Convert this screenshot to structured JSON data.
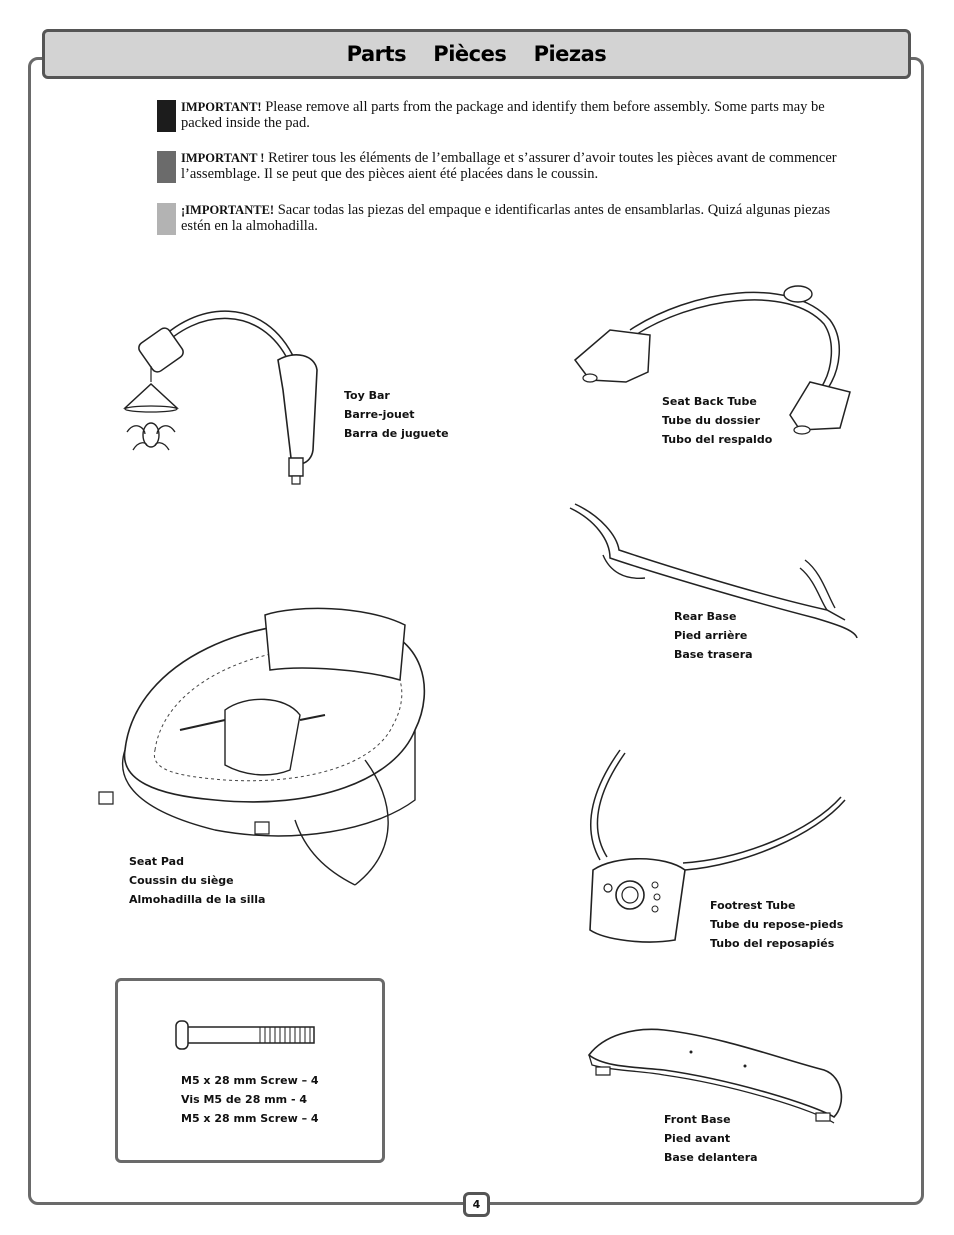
{
  "header": {
    "title": "Parts    Pièces    Piezas"
  },
  "notices": [
    {
      "shade": "#1c1c1c",
      "lead": "IMPORTANT!",
      "text": " Please remove all parts from the package and identify them before assembly. Some parts may be packed inside the pad."
    },
    {
      "shade": "#6b6b6b",
      "lead": "IMPORTANT !",
      "text": " Retirer tous les éléments de l’emballage et s’assurer d’avoir toutes les pièces avant de commencer l’assemblage. Il se peut que des pièces aient été placées dans le coussin."
    },
    {
      "shade": "#b3b3b3",
      "lead": "¡IMPORTANTE!",
      "text": " Sacar todas las piezas del empaque e identificarlas antes de ensamblarlas. Quizá algunas piezas estén en la almohadilla."
    }
  ],
  "parts": {
    "toy_bar": {
      "en": "Toy Bar",
      "fr": "Barre-jouet",
      "es": "Barra de juguete"
    },
    "seat_back_tube": {
      "en": "Seat Back Tube",
      "fr": "Tube du dossier",
      "es": "Tubo del respaldo"
    },
    "rear_base": {
      "en": "Rear Base",
      "fr": "Pied arrière",
      "es": "Base trasera"
    },
    "seat_pad": {
      "en": "Seat Pad",
      "fr": "Coussin du siège",
      "es": "Almohadilla de la silla"
    },
    "footrest_tube": {
      "en": "Footrest Tube",
      "fr": "Tube du repose-pieds",
      "es": "Tubo del reposapiés"
    },
    "screw": {
      "en": "M5 x 28 mm Screw – 4",
      "fr": "Vis M5 de 28 mm - 4",
      "es": "M5 x 28 mm Screw – 4"
    },
    "front_base": {
      "en": "Front Base",
      "fr": "Pied avant",
      "es": "Base delantera"
    }
  },
  "footer": {
    "page_number": "4"
  },
  "colors": {
    "frame": "#6a6a6a",
    "title_bg": "#d3d3d3"
  }
}
